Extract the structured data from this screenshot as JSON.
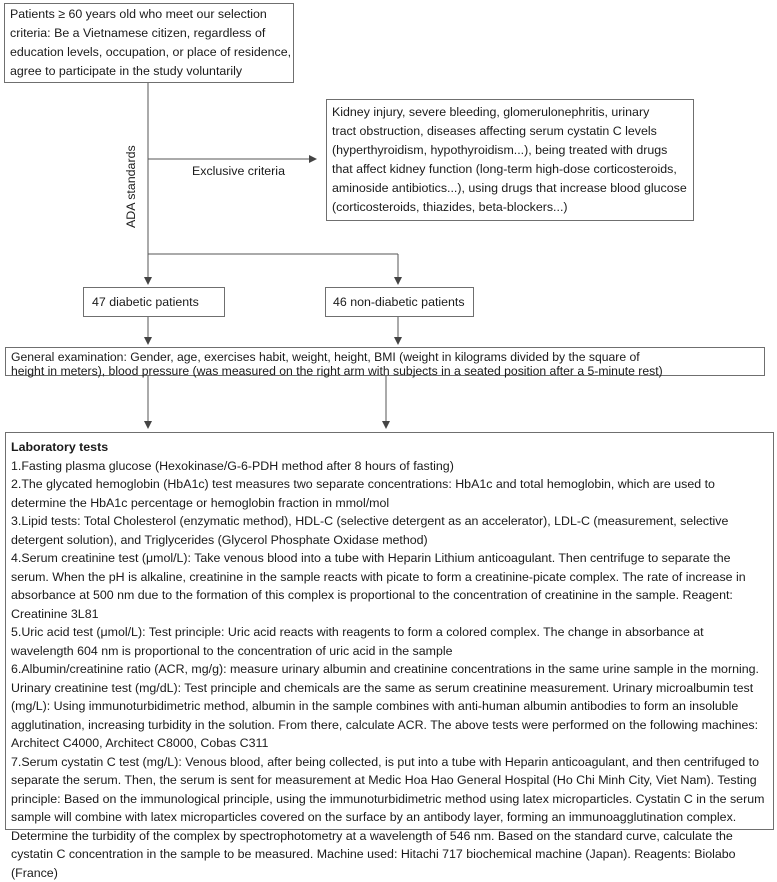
{
  "selection_box": {
    "lines": [
      "Patients ≥ 60 years old who meet our selection",
      "criteria: Be a Vietnamese citizen, regardless of",
      "education levels, occupation, or place of residence,",
      "agree to participate in the study voluntarily"
    ]
  },
  "exclusion_box": {
    "lines": [
      "Kidney injury, severe bleeding, glomerulonephritis, urinary",
      "tract obstruction, diseases affecting serum cystatin C levels",
      "(hyperthyroidism, hypothyroidism...), being treated with drugs",
      "that affect kidney function (long-term high-dose corticosteroids,",
      "aminoside antibiotics...), using drugs that increase blood glucose",
      "(corticosteroids, thiazides, beta-blockers...)"
    ]
  },
  "edge_labels": {
    "ada": "ADA standards",
    "exclusive": "Exclusive criteria"
  },
  "groups": {
    "diabetic": "47 diabetic patients",
    "non_diabetic": "46 non-diabetic patients"
  },
  "general_exam": {
    "lines": [
      "General examination: Gender, age, exercises habit, weight, height, BMI (weight in kilograms divided by the square of",
      "height in meters), blood pressure (was measured on the right arm with subjects in a seated position after a 5-minute rest)"
    ]
  },
  "lab_tests": {
    "title": "Laboratory tests",
    "items": [
      "1.Fasting plasma glucose (Hexokinase/G-6-PDH method after 8 hours of fasting)",
      "2.The glycated hemoglobin (HbA1c) test measures two separate concentrations: HbA1c and total hemoglobin, which are used to determine the HbA1c percentage or hemoglobin fraction in mmol/mol",
      "3.Lipid tests: Total Cholesterol (enzymatic method), HDL-C (selective detergent as an accelerator), LDL-C (measurement, selective detergent solution), and Triglycerides (Glycerol Phosphate Oxidase method)",
      "4.Serum creatinine test (μmol/L): Take venous blood into a tube with Heparin Lithium anticoagulant. Then centrifuge to separate the serum. When the pH is alkaline, creatinine in the sample reacts with picate to form a creatinine-picate complex. The rate of increase in absorbance at 500 nm due to the formation of this complex is proportional to the concentration of creatinine in the sample. Reagent: Creatinine 3L81",
      "5.Uric acid test (μmol/L): Test principle: Uric acid reacts with reagents to form a colored complex. The change in absorbance at wavelength 604 nm is proportional to the concentration of uric acid in the sample",
      "6.Albumin/creatinine ratio (ACR, mg/g): measure urinary albumin and creatinine concentrations in the same urine sample in the morning. Urinary creatinine test (mg/dL): Test principle and chemicals are the same as serum creatinine measurement. Urinary microalbumin test (mg/L): Using immunoturbidimetric method, albumin in the sample combines with anti-human albumin antibodies to form an insoluble agglutination, increasing turbidity in the solution. From there, calculate ACR. The above tests were performed on the following machines: Architect C4000, Architect C8000, Cobas C311",
      "7.Serum cystatin C test (mg/L): Venous blood, after being collected, is put into a tube with Heparin anticoagulant, and then centrifuged to separate the serum. Then, the serum is sent for measurement at Medic Hoa Hao General Hospital (Ho Chi Minh City, Viet Nam). Testing principle: Based on the immunological principle, using the immunoturbidimetric method using latex microparticles. Cystatin C in the serum sample will combine with latex microparticles covered on the surface by an antibody layer, forming an immunoagglutination complex. Determine the turbidity of the complex by spectrophotometry at a wavelength of 546 nm. Based on the standard curve, calculate the cystatin C concentration in the sample to be measured. Machine used: Hitachi 717 biochemical machine (Japan). Reagents: Biolabo (France)"
    ]
  }
}
